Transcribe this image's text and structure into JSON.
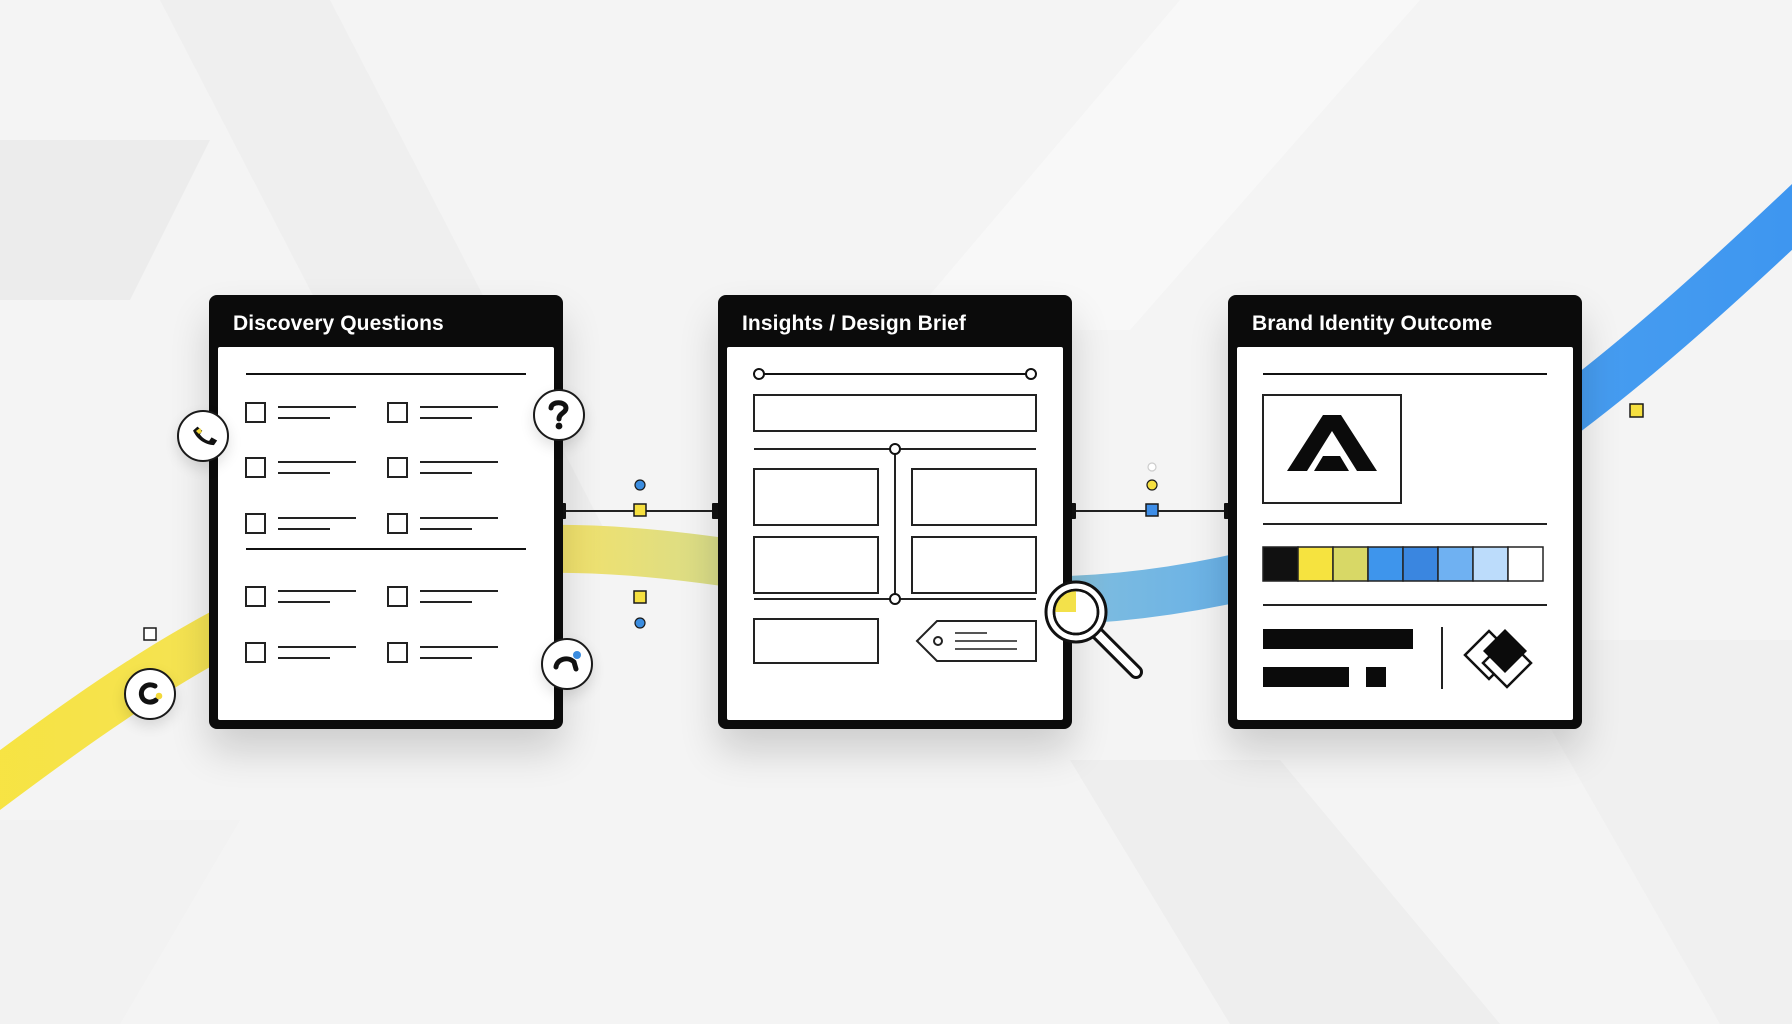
{
  "cards": [
    {
      "title": "Discovery Questions"
    },
    {
      "title": "Insights / Design Brief"
    },
    {
      "title": "Brand Identity Outcome"
    }
  ],
  "palette": {
    "yellow": "#f7e24a",
    "blue": "#2f8ff2",
    "ink": "#111111",
    "swatches": [
      "#111111",
      "#f6e33f",
      "#d8d866",
      "#3e95ec",
      "#3a86e0",
      "#6fb1f2",
      "#bcdcfb",
      "#ffffff"
    ]
  },
  "icons": {
    "badges": [
      "phone-icon",
      "question-mark-icon",
      "refresh-icon",
      "loading-spinner-icon"
    ],
    "tools": [
      "magnifying-glass-icon",
      "tag-icon",
      "brand-logo-icon",
      "diamond-mark-icon"
    ]
  }
}
